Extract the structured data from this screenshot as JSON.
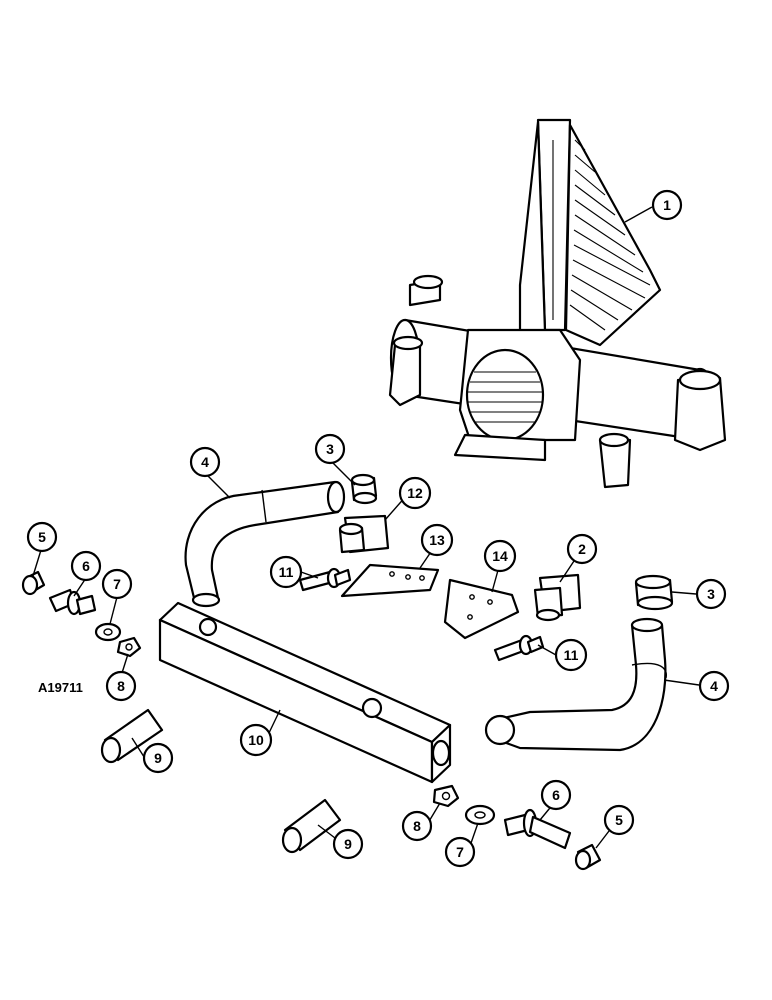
{
  "drawing_ref": "A19711",
  "callouts": [
    {
      "id": "c1",
      "label": "1"
    },
    {
      "id": "c2",
      "label": "2"
    },
    {
      "id": "c3a",
      "label": "3"
    },
    {
      "id": "c3b",
      "label": "3"
    },
    {
      "id": "c4a",
      "label": "4"
    },
    {
      "id": "c4b",
      "label": "4"
    },
    {
      "id": "c5a",
      "label": "5"
    },
    {
      "id": "c5b",
      "label": "5"
    },
    {
      "id": "c6a",
      "label": "6"
    },
    {
      "id": "c6b",
      "label": "6"
    },
    {
      "id": "c7a",
      "label": "7"
    },
    {
      "id": "c7b",
      "label": "7"
    },
    {
      "id": "c8a",
      "label": "8"
    },
    {
      "id": "c8b",
      "label": "8"
    },
    {
      "id": "c9a",
      "label": "9"
    },
    {
      "id": "c9b",
      "label": "9"
    },
    {
      "id": "c10",
      "label": "10"
    },
    {
      "id": "c11a",
      "label": "11"
    },
    {
      "id": "c11b",
      "label": "11"
    },
    {
      "id": "c12",
      "label": "12"
    },
    {
      "id": "c13",
      "label": "13"
    },
    {
      "id": "c14",
      "label": "14"
    }
  ]
}
